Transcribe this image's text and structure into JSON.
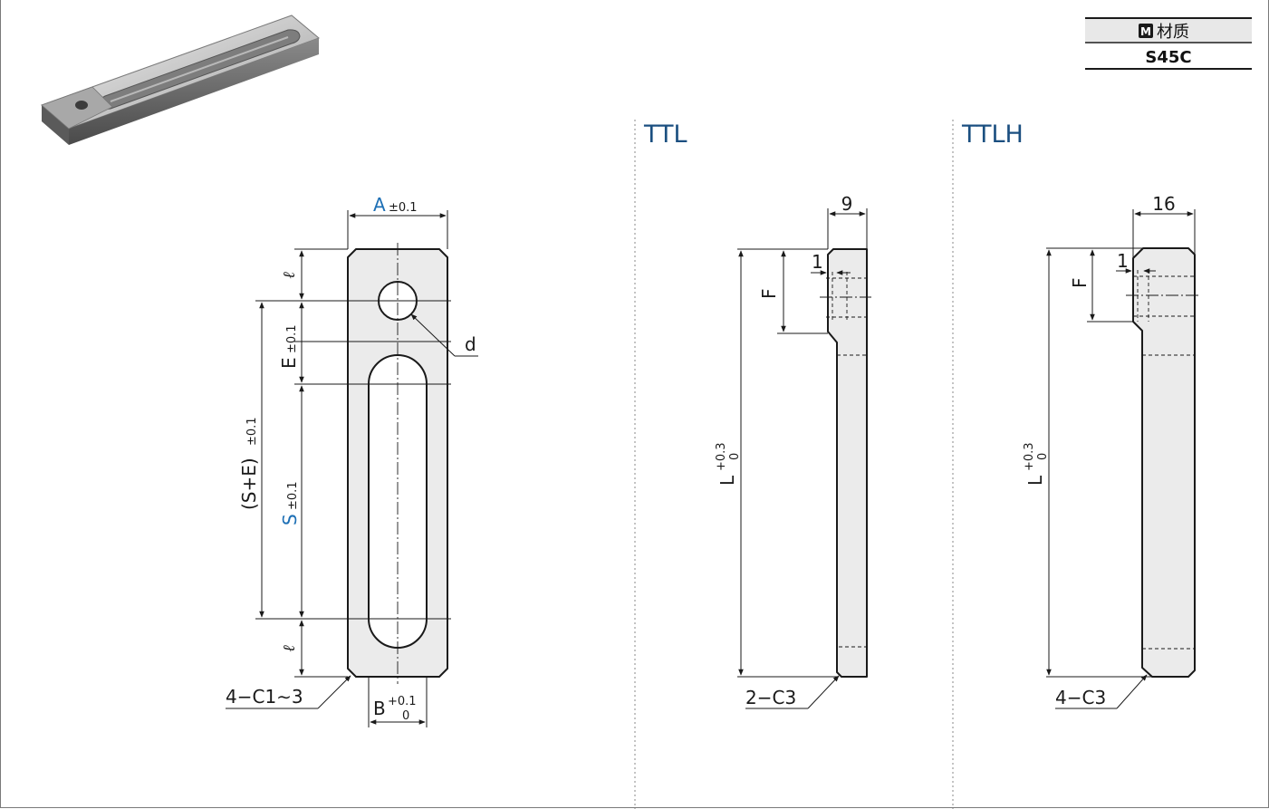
{
  "material": {
    "badge": "M",
    "header": "材质",
    "value": "S45C"
  },
  "views": {
    "main": {
      "dim_A": "A",
      "dim_A_tol": "±0.1",
      "dim_l_top": "ℓ",
      "dim_l_bottom": "ℓ",
      "dim_E": "E",
      "dim_E_tol": "±0.1",
      "dim_SE": "(S+E)",
      "dim_SE_tol": "±0.1",
      "dim_S": "S",
      "dim_S_tol": "±0.1",
      "label_d": "d",
      "chamfer": "4−C1∼3",
      "dim_B": "B",
      "dim_B_tol_upper": "+0.1",
      "dim_B_tol_lower": "0"
    },
    "ttl": {
      "title": "TTL",
      "dim_width": "9",
      "dim_1": "1",
      "dim_F": "F",
      "dim_L": "L",
      "dim_L_tol_upper": "+0.3",
      "dim_L_tol_lower": "0",
      "chamfer": "2−C3"
    },
    "ttlh": {
      "title": "TTLH",
      "dim_width": "16",
      "dim_1": "1",
      "dim_F": "F",
      "dim_L": "L",
      "dim_L_tol_upper": "+0.3",
      "dim_L_tol_lower": "0",
      "chamfer": "4−C3"
    }
  },
  "colors": {
    "accent_blue": "#1d6fb5",
    "title_blue": "#1b4f80",
    "part_fill": "#ebebeb"
  }
}
